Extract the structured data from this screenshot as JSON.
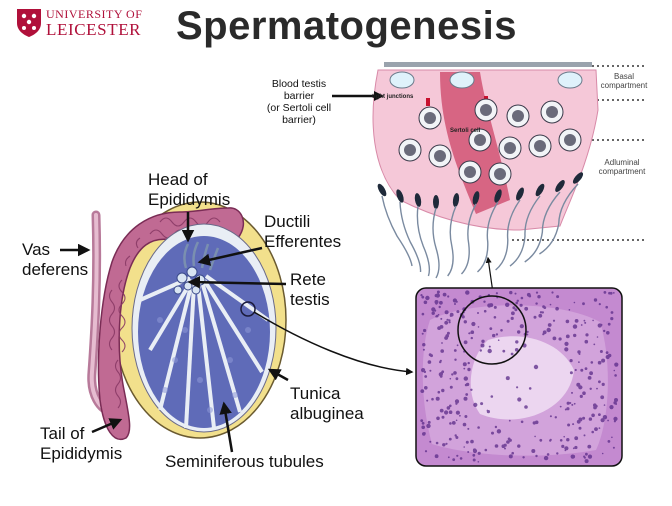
{
  "logo": {
    "line1": "UNIVERSITY OF",
    "line2": "LEICESTER"
  },
  "title": "Spermatogenesis",
  "labels": {
    "head_epididymis": [
      "Head of",
      "Epididymis"
    ],
    "ductili": [
      "Ductili",
      "Efferentes"
    ],
    "rete": [
      "Rete",
      "testis"
    ],
    "vas": [
      "Vas",
      "deferens"
    ],
    "tunica": [
      "Tunica",
      "albuginea"
    ],
    "tail": [
      "Tail of",
      "Epididymis"
    ],
    "seminiferous": "Seminiferous tubules"
  },
  "inset_labels": {
    "blood_testis": [
      "Blood testis",
      "barrier",
      "(or Sertoli cell",
      "barrier)"
    ],
    "tight_junctions": "tight junctions",
    "sertoli": "Sertoli cell",
    "basal": [
      "Basal",
      "compartment"
    ],
    "adluminal": [
      "Adluminal",
      "compartment"
    ]
  },
  "colors": {
    "title": "#2a2a2a",
    "brand": "#b0103a",
    "epididymis": "#c06a93",
    "tunica": "#f2e08c",
    "tubules": "#5f6bb8",
    "histology": "#c48ad0"
  }
}
